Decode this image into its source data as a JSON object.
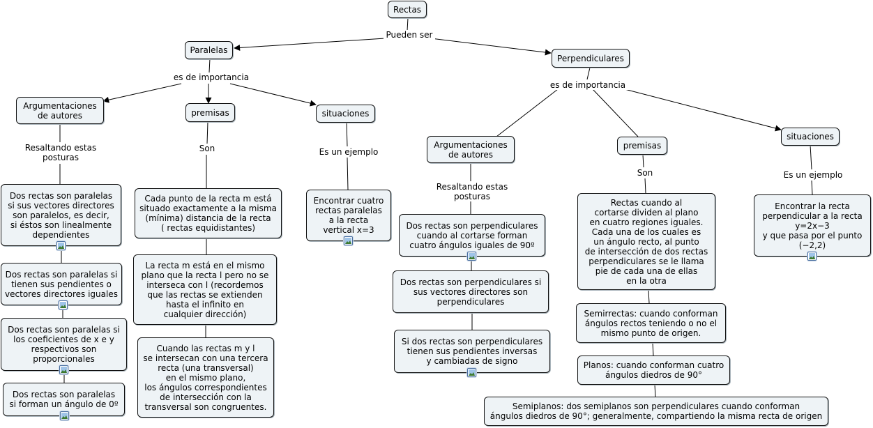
{
  "concepts": {
    "rectas": "Rectas",
    "paralelas": "Paralelas",
    "perpendiculares": "Perpendiculares",
    "par_argumentaciones": "Argumentaciones\nde autores",
    "par_premisas": "premisas",
    "par_situaciones": "situaciones",
    "par_arg_1": "Dos rectas son paralelas\nsi sus vectores directores\nson paralelos, es decir,\nsi éstos son linealmente\ndependientes",
    "par_arg_2": "Dos rectas son paralelas si\ntienen sus pendientes o\nvectores directores iguales",
    "par_arg_3": "Dos rectas son paralelas si\nlos coeficientes de x e y\nrespectivos son\nproporcionales",
    "par_arg_4": "Dos rectas son paralelas\nsi forman un ángulo de 0º",
    "par_prem_1": "Cada punto de la recta m está\nsituado exactamente a la misma\n(mínima) distancia de la recta\n( rectas equidistantes)",
    "par_prem_2": "La recta m está en el mismo\nplano que la recta l pero no se\ninterseca con l (recordemos\nque las rectas se extienden\nhasta el infinito en\ncualquier dirección)",
    "par_prem_3": "Cuando las rectas m y l\nse intersecan con una tercera\nrecta (una transversal)\nen el mismo plano,\nlos ángulos correspondientes\nde intersección con la\ntransversal son congruentes.",
    "par_sit_1": "Encontrar cuatro\nrectas paralelas\na la recta\nvertical x=3",
    "per_argumentaciones": "Argumentaciones\nde autores",
    "per_premisas": "premisas",
    "per_situaciones": "situaciones",
    "per_arg_1": "Dos rectas son perpendiculares\ncuando al cortarse forman\ncuatro ángulos iguales de 90º",
    "per_arg_2": "Dos rectas son perpendiculares si\nsus vectores directores son\nperpendiculares",
    "per_arg_3": "Si dos rectas son perpendiculares\ntienen sus pendientes inversas\ny cambiadas de signo",
    "per_prem_1": "Rectas cuando al\ncortarse dividen al plano\nen cuatro regiones iguales.\nCada una de los cuales es\nun ángulo recto, al punto\nde intersección de dos rectas\nperpendiculares se le llama\npie de cada una de ellas\nen la otra",
    "per_prem_2": "Semirrectas: cuando conforman\nángulos rectos teniendo o no el\nmismo punto de origen.",
    "per_prem_3": "Planos: cuando conforman cuatro\nángulos diedros de 90°",
    "per_prem_4": "Semiplanos: dos semiplanos son perpendiculares cuando conforman\nángulos diedros de 90°; generalmente, compartiendo la misma recta de origen",
    "per_sit_1": "Encontrar la recta\nperpendicular a la recta\ny=2x−3\ny que pasa por el punto\n(−2,2)"
  },
  "link_phrases": {
    "pueden_ser": "Pueden ser",
    "par_importancia": "es de importancia",
    "per_importancia": "es de importancia",
    "par_resaltando": "Resaltando estas\nposturas",
    "par_son": "Son",
    "par_ejemplo": "Es un ejemplo",
    "per_resaltando": "Resaltando estas\nposturas",
    "per_son": "Son",
    "per_ejemplo": "Es un ejemplo"
  },
  "icons": {
    "resource_icon": "image-resource-icon"
  },
  "colors": {
    "node_fill": "#eef3f6",
    "node_border": "#101010",
    "line": "#000000"
  }
}
